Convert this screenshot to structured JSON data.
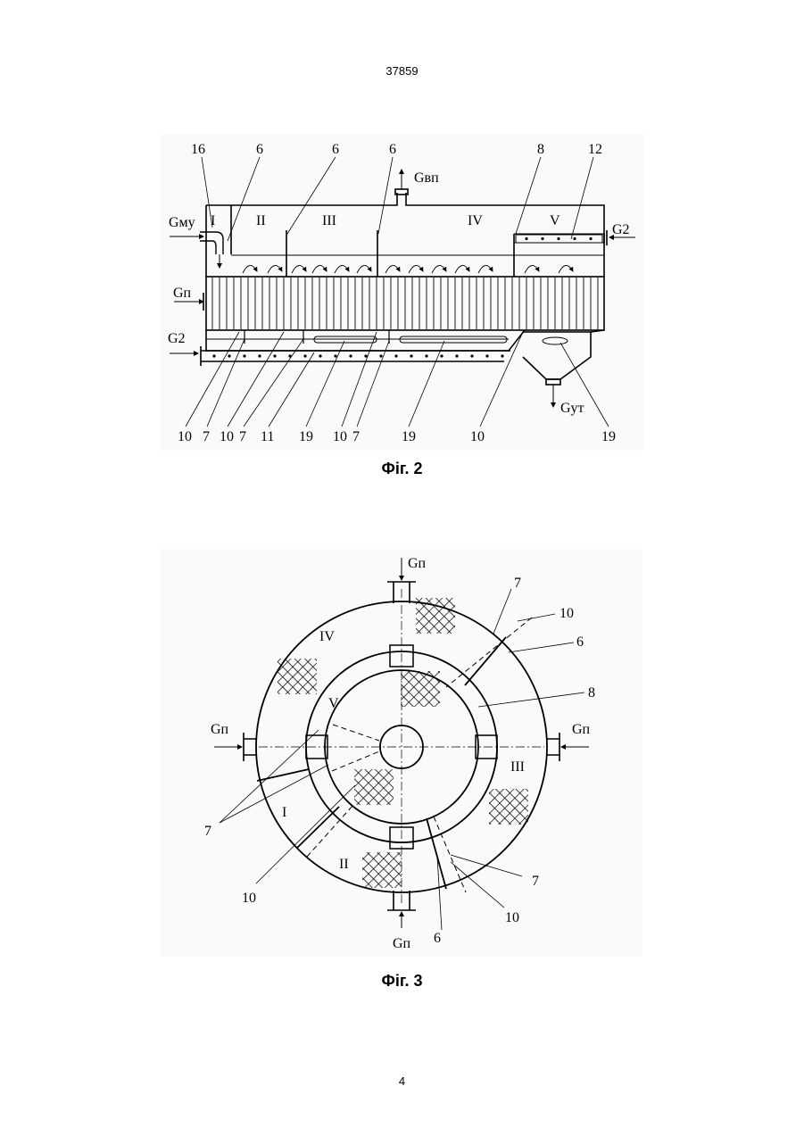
{
  "page": {
    "header_number": "37859",
    "footer_number": "4"
  },
  "figure2": {
    "caption": "Фіг. 2",
    "top_labels": [
      "16",
      "6",
      "6",
      "6",
      "8",
      "12"
    ],
    "bottom_labels": [
      "10",
      "7",
      "10",
      "7",
      "11",
      "19",
      "10",
      "7",
      "19",
      "10",
      "19"
    ],
    "zones": [
      "I",
      "II",
      "III",
      "IV",
      "V"
    ],
    "flows": {
      "gvp": "Gвп",
      "gmu": "Gму",
      "gp": "Gп",
      "g2_left": "G2",
      "g2_right": "G2",
      "gut": "Gут"
    }
  },
  "figure3": {
    "caption": "Фіг. 3",
    "zones": [
      "IV",
      "V",
      "III",
      "I",
      "II"
    ],
    "flows": {
      "top": "Gп",
      "left": "Gп",
      "right": "Gп",
      "bottom": "Gп"
    },
    "labels": {
      "l7_top": "7",
      "l10_top": "10",
      "l6_top": "6",
      "l8": "8",
      "l7_left": "7",
      "l10_left": "10",
      "l7_right": "7",
      "l10_right": "10",
      "l6_bottom": "6"
    }
  }
}
